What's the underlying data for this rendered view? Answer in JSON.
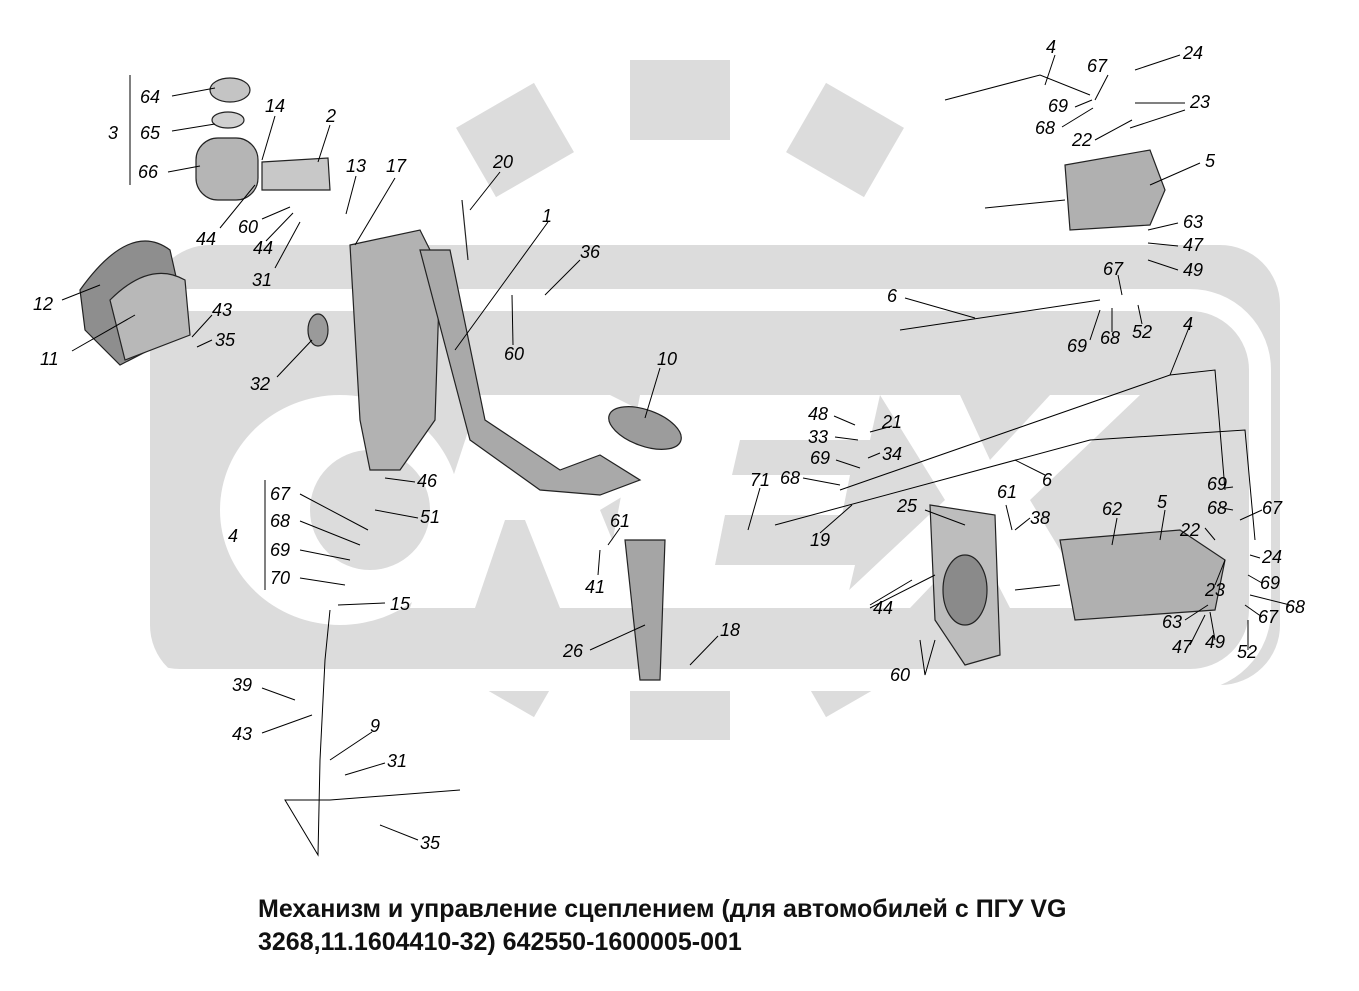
{
  "caption": {
    "line1": "Механизм и управление сцеплением (для автомобилей с ПГУ VG",
    "line2": "3268,11.1604410-32) 642550-1600005-001"
  },
  "watermark": {
    "text": "OREX",
    "color": "#d7d7d7"
  },
  "colors": {
    "part_fill": "#b9b9b9",
    "part_dark": "#6f6f6f",
    "line": "#000000"
  },
  "callouts": [
    "64",
    "65",
    "3",
    "66",
    "14",
    "2",
    "13",
    "17",
    "20",
    "44",
    "60",
    "44",
    "31",
    "12",
    "43",
    "11",
    "35",
    "32",
    "1",
    "36",
    "60",
    "10",
    "48",
    "21",
    "33",
    "34",
    "69",
    "68",
    "71",
    "19",
    "46",
    "67",
    "51",
    "68",
    "4",
    "69",
    "70",
    "15",
    "61",
    "41",
    "26",
    "18",
    "39",
    "43",
    "9",
    "31",
    "35",
    "4",
    "24",
    "67",
    "69",
    "23",
    "68",
    "22",
    "5",
    "63",
    "47",
    "49",
    "67",
    "6",
    "69",
    "68",
    "52",
    "4",
    "6",
    "69",
    "68",
    "67",
    "61",
    "38",
    "25",
    "62",
    "5",
    "22",
    "24",
    "69",
    "44",
    "23",
    "68",
    "63",
    "67",
    "47",
    "49",
    "52",
    "60"
  ]
}
